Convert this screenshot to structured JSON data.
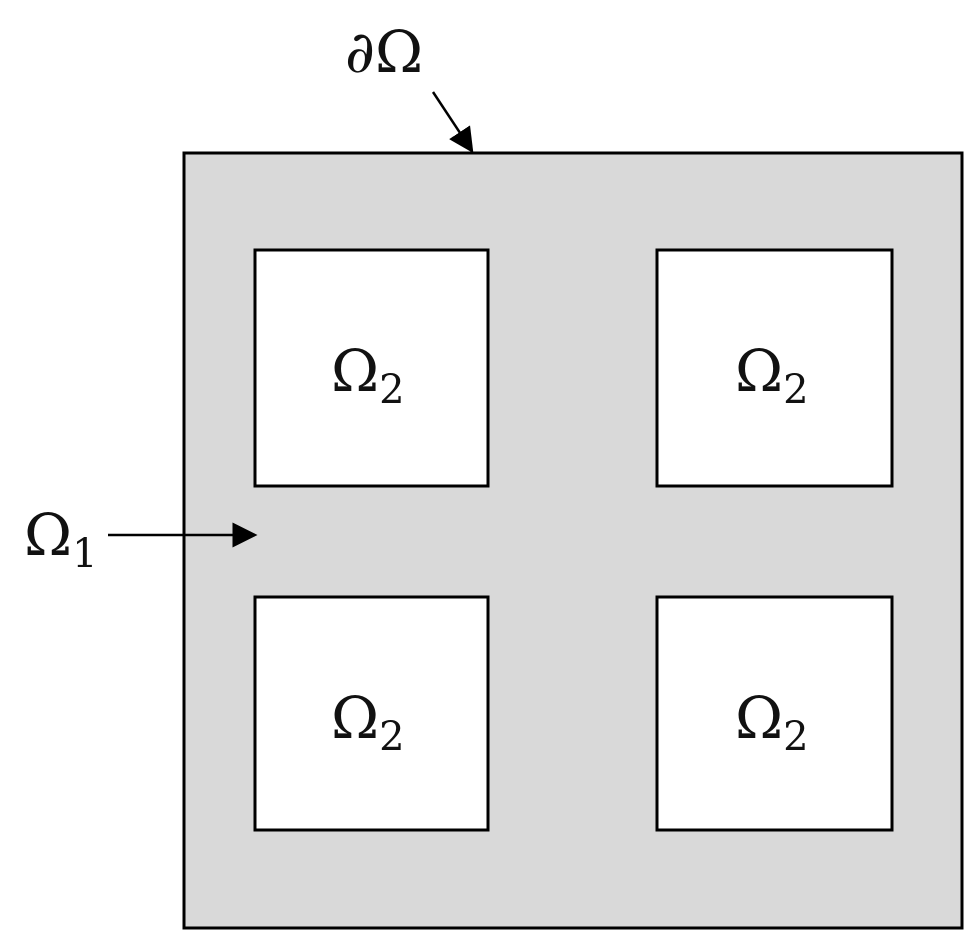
{
  "diagram": {
    "domain_colors": {
      "outer_fill": "#d9d9d9",
      "inner_fill": "#ffffff",
      "stroke": "#000000"
    },
    "labels": {
      "boundary": {
        "prefix": "∂",
        "symbol": "Ω"
      },
      "outer_region": {
        "symbol": "Ω",
        "subscript": "1"
      },
      "inclusions": [
        {
          "symbol": "Ω",
          "subscript": "2"
        },
        {
          "symbol": "Ω",
          "subscript": "2"
        },
        {
          "symbol": "Ω",
          "subscript": "2"
        },
        {
          "symbol": "Ω",
          "subscript": "2"
        }
      ]
    }
  }
}
